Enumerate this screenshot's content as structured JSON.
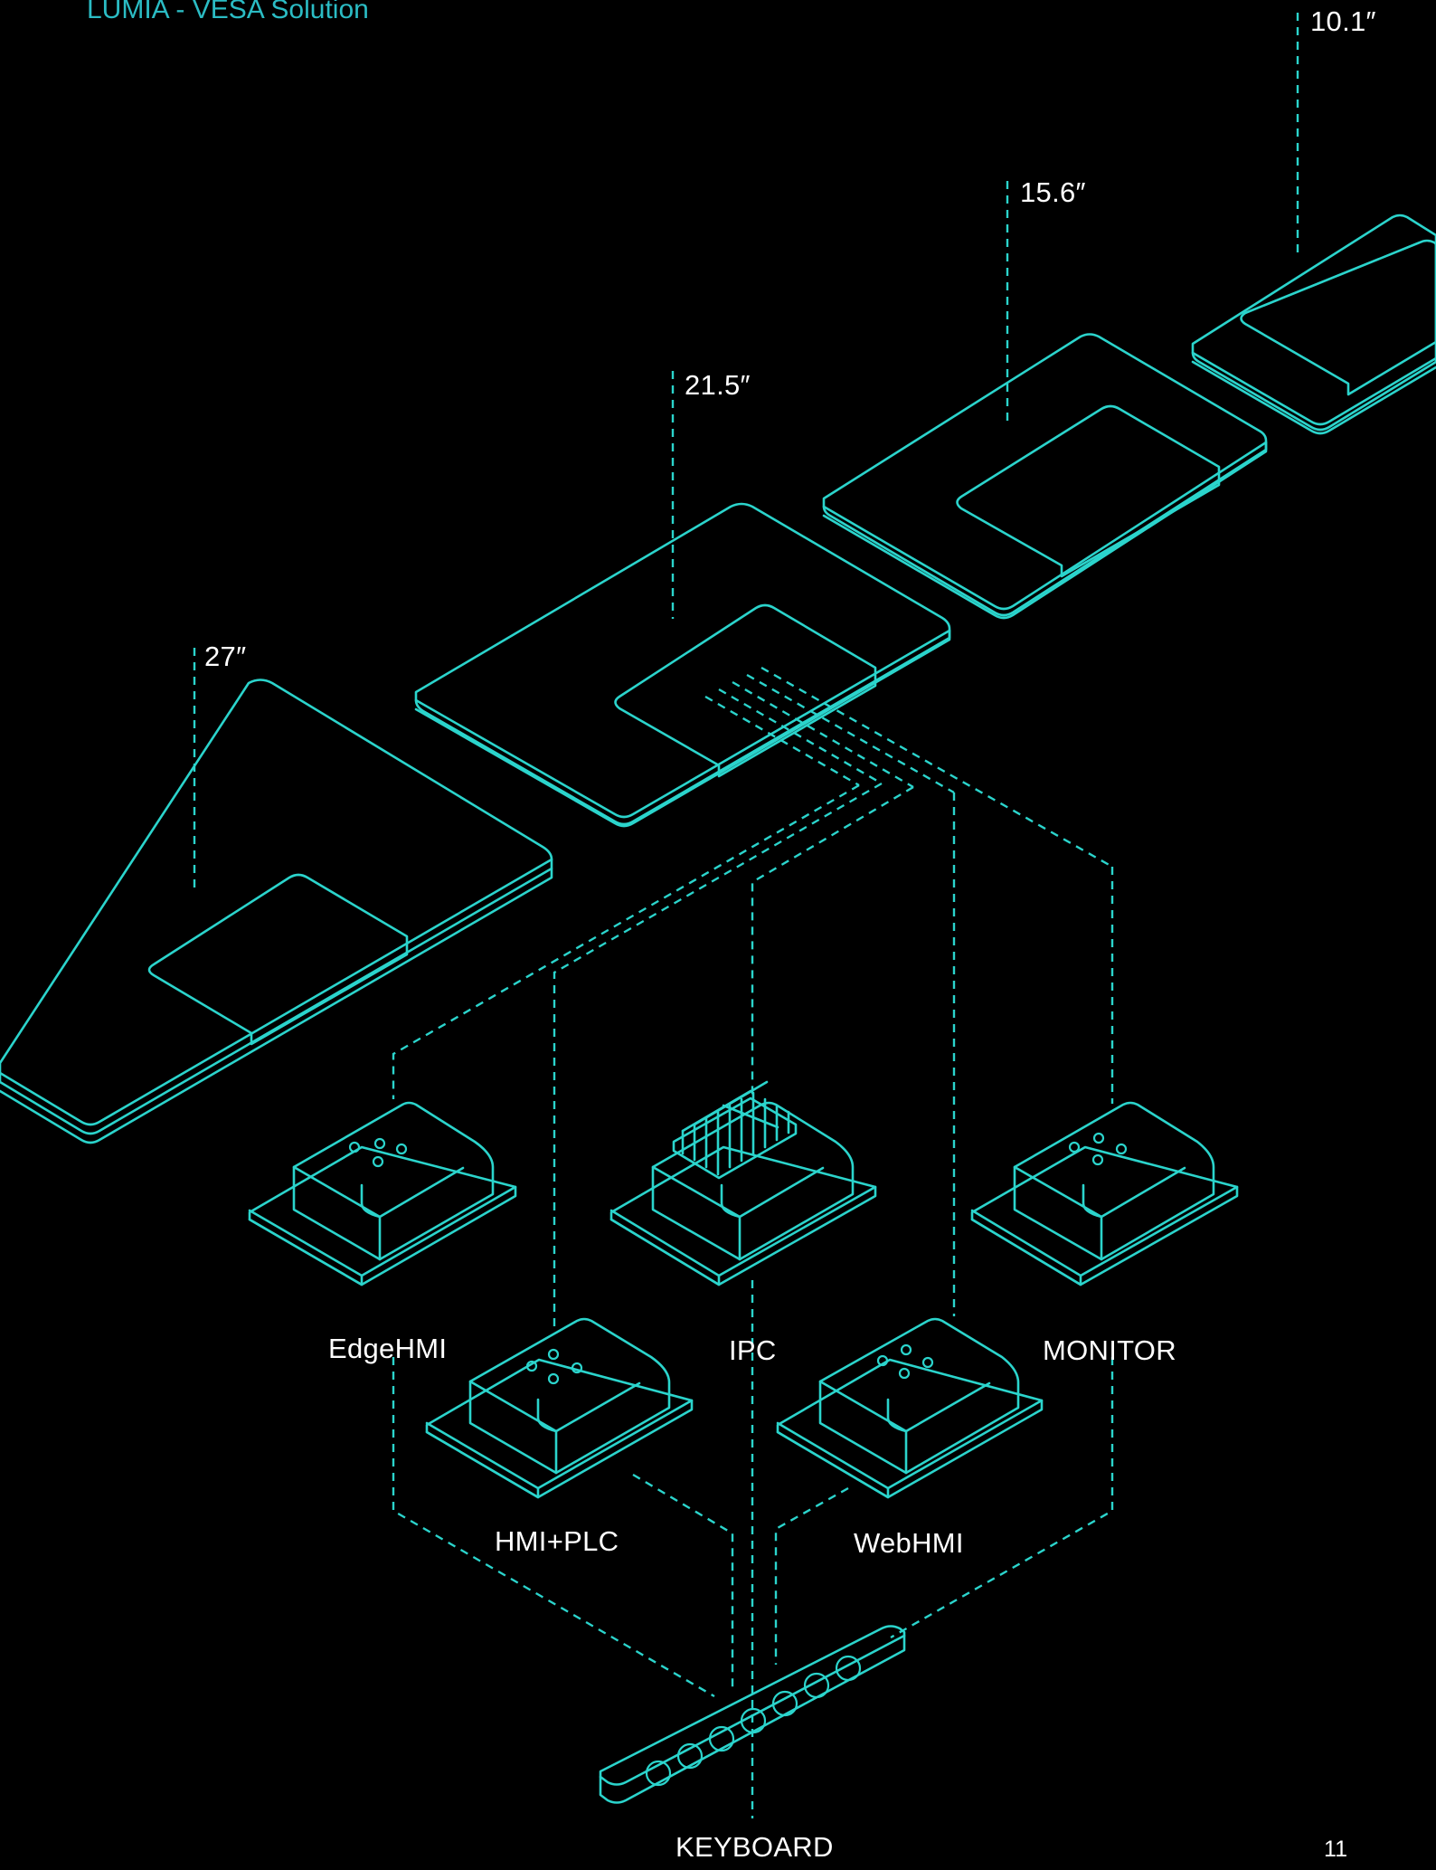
{
  "header": {
    "title": "LUMIA - VESA Solution"
  },
  "screens": [
    {
      "size": "27″"
    },
    {
      "size": "21.5″"
    },
    {
      "size": "15.6″"
    },
    {
      "size": "10.1″"
    }
  ],
  "modules": [
    {
      "name": "EdgeHMI"
    },
    {
      "name": "IPC"
    },
    {
      "name": "MONITOR"
    },
    {
      "name": "HMI+PLC"
    },
    {
      "name": "WebHMI"
    }
  ],
  "keyboard": {
    "label": "KEYBOARD"
  },
  "footer": {
    "page_number": "11"
  },
  "colors": {
    "background": "#000000",
    "line": "#2bd4cc",
    "title": "#2bbcc4",
    "text": "#ffffff"
  }
}
